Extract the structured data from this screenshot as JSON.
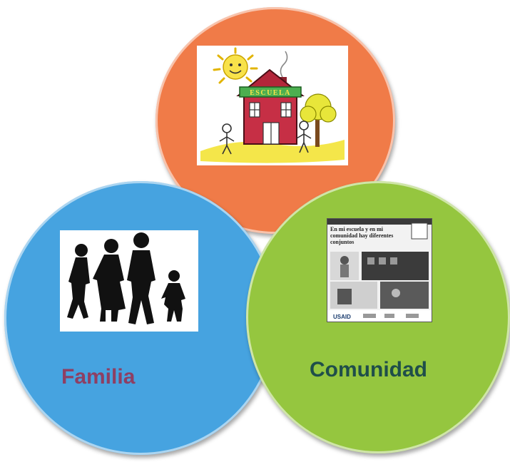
{
  "diagram": {
    "circles": [
      {
        "id": "escuela",
        "label": "",
        "color": "#f07b48",
        "image": "school-drawing"
      },
      {
        "id": "familia",
        "label": "Familia",
        "color": "#46a3e0",
        "image": "family-silhouette"
      },
      {
        "id": "comunidad",
        "label": "Comunidad",
        "color": "#95c63f",
        "image": "poster"
      }
    ],
    "school_sign": "ESCUELA",
    "poster": {
      "title": "En mi escuela y en mi comunidad hay diferentes conjuntos",
      "footer": "USAID"
    }
  },
  "colors": {
    "orange": "#f07b48",
    "blue": "#46a3e0",
    "green": "#95c63f",
    "familia_text": "#8e3f63",
    "comunidad_text": "#1f4e4a"
  }
}
